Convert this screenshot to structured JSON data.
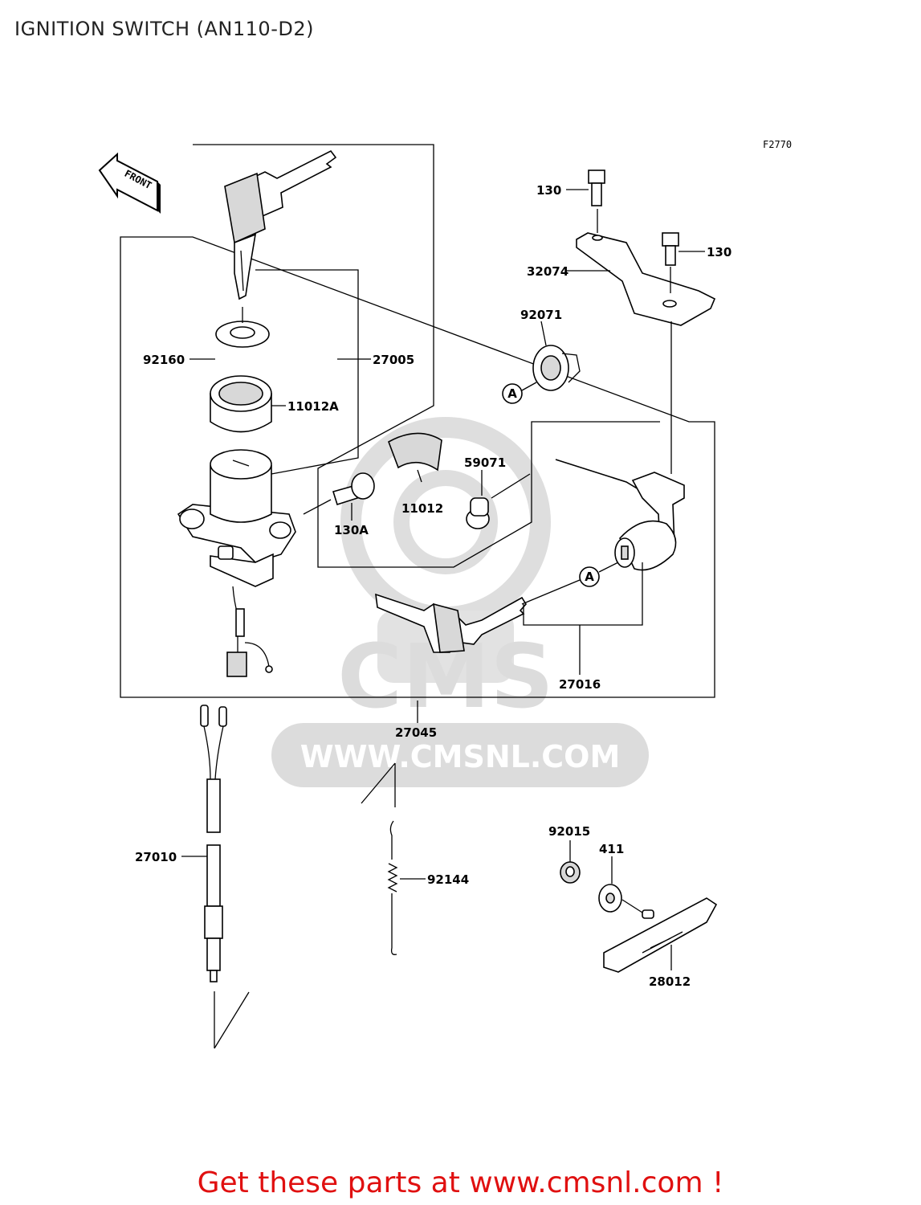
{
  "title": "IGNITION SWITCH (AN110-D2)",
  "figure_code": "F2770",
  "front_label": "FRONT",
  "watermark": {
    "logo": "CMS",
    "url": "WWW.CMSNL.COM",
    "color": "#d9d9d9"
  },
  "parts": [
    {
      "id": "part-130-upper",
      "number": "130"
    },
    {
      "id": "part-130-lower",
      "number": "130"
    },
    {
      "id": "part-32074",
      "number": "32074"
    },
    {
      "id": "part-92071",
      "number": "92071"
    },
    {
      "id": "part-92160",
      "number": "92160"
    },
    {
      "id": "part-27005",
      "number": "27005"
    },
    {
      "id": "part-11012a",
      "number": "11012A"
    },
    {
      "id": "part-59071",
      "number": "59071"
    },
    {
      "id": "part-11012",
      "number": "11012"
    },
    {
      "id": "part-130a",
      "number": "130A"
    },
    {
      "id": "part-27016",
      "number": "27016"
    },
    {
      "id": "part-27045",
      "number": "27045"
    },
    {
      "id": "part-27010",
      "number": "27010"
    },
    {
      "id": "part-92144",
      "number": "92144"
    },
    {
      "id": "part-92015",
      "number": "92015"
    },
    {
      "id": "part-411",
      "number": "411"
    },
    {
      "id": "part-28012",
      "number": "28012"
    }
  ],
  "reference_marks": {
    "a1": "A",
    "a2": "A"
  },
  "cta": {
    "text": "Get these parts at www.cmsnl.com !",
    "color": "#e01010"
  }
}
